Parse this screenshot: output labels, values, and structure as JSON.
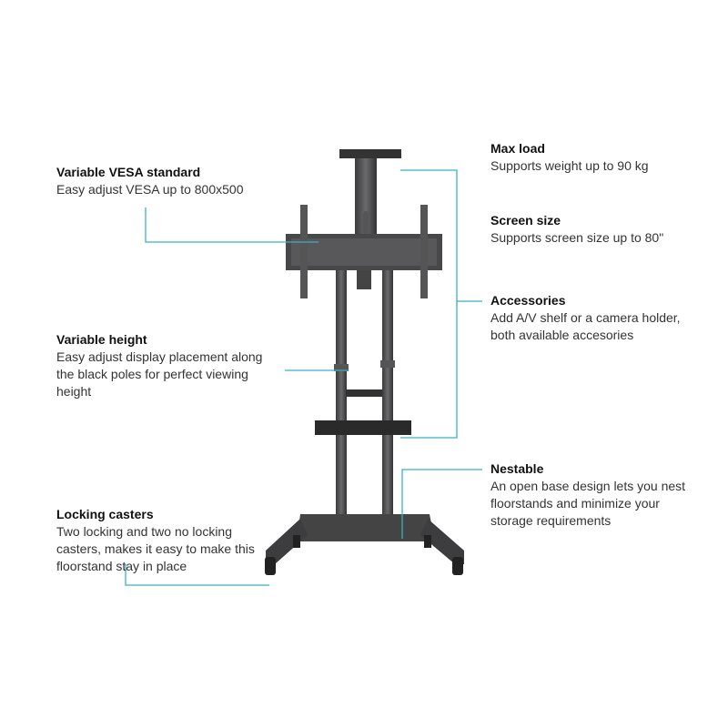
{
  "accent_color": "#3aafc7",
  "callouts": {
    "vesa": {
      "title": "Variable VESA standard",
      "lines": [
        "Easy adjust VESA up to 800x500"
      ]
    },
    "height": {
      "title": "Variable height",
      "lines": [
        "Easy adjust display placement along",
        "the black poles for perfect viewing",
        "height"
      ]
    },
    "casters": {
      "title": "Locking casters",
      "lines": [
        "Two locking and two no locking",
        "casters, makes it easy to make this",
        "floorstand stay in place"
      ]
    },
    "maxload": {
      "title": "Max load",
      "lines": [
        "Supports weight up to 90 kg"
      ]
    },
    "screen": {
      "title": "Screen size",
      "lines": [
        "Supports screen size up to 80\""
      ]
    },
    "accessories": {
      "title": "Accessories",
      "lines": [
        "Add A/V shelf or a camera holder,",
        "both available accesories"
      ]
    },
    "nestable": {
      "title": "Nestable",
      "lines": [
        "An open base design lets you nest",
        "floorstands and minimize your",
        "storage requirements"
      ]
    }
  }
}
